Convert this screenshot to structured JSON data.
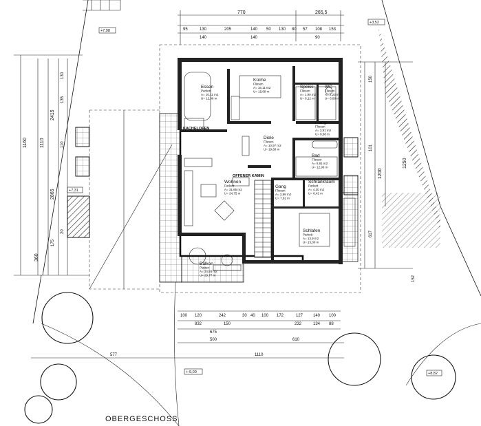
{
  "title": "OBERGESCHOSS",
  "levels": {
    "top_left": "+7,98",
    "top_right": "+3,52",
    "left": "+7,31",
    "bottom": "+-9,00",
    "bottom_right": "+8,82"
  },
  "rooms": [
    {
      "name": "Essen",
      "floor": "Parkett",
      "area": "A= 10,11 m2",
      "perimeter": "U= 12,96 m"
    },
    {
      "name": "Küche",
      "floor": "Fliesen",
      "area": "A= 16,11 m2",
      "perimeter": "U= 15,68 m"
    },
    {
      "name": "Speiss",
      "floor": "Fliesen",
      "area": "A= 1,90 m2",
      "perimeter": "U= 6,12 m"
    },
    {
      "name": "WC",
      "floor": "Fliesen",
      "area": "A= 2,23 m2",
      "perimeter": "U= 6,08 m"
    },
    {
      "name": "Gang",
      "floor": "Fliesen",
      "area": "A= 3,91 m2",
      "perimeter": "U= 8,88 m"
    },
    {
      "name": "Diele",
      "floor": "Fliesen",
      "area": "A= 10,97 m2",
      "perimeter": "U= 19,68 m"
    },
    {
      "name": "Bad",
      "floor": "Fliesen",
      "area": "A= 9,91 m2",
      "perimeter": "U= 12,96 m"
    },
    {
      "name": "Wohnen",
      "floor": "Parkett",
      "area": "A= 31,85 m2",
      "perimeter": "U= 24,75 m"
    },
    {
      "name": "Gang",
      "floor": "Fliesen",
      "area": "A= 2,89 m2",
      "perimeter": "U= 7,62 m"
    },
    {
      "name": "Schrankraum",
      "floor": "Parkett",
      "area": "A= 4,30 m2",
      "perimeter": "U= 8,42 m"
    },
    {
      "name": "Schlafen",
      "floor": "Parkett",
      "area": "A= 13,9 m2",
      "perimeter": "U= 15,00 m"
    },
    {
      "name": "Balkon",
      "floor": "Platten",
      "area": "A= 34,84 m2",
      "perimeter": "U= 29,77 m"
    }
  ],
  "fixtures": {
    "kachelofen": "KACHELOFEN",
    "offener_kamin": "OFFENER KAMIN"
  },
  "dims": {
    "top_row1": [
      "770",
      "265,5"
    ],
    "top_row2": [
      "95",
      "130",
      "205",
      "140",
      "50",
      "130",
      "80",
      "57",
      "108",
      "153"
    ],
    "top_row3": [
      "140",
      "140",
      "90"
    ],
    "bottom_row1": [
      "100",
      "120",
      "242",
      "30",
      "40",
      "100",
      "172",
      "127",
      "140",
      "100"
    ],
    "bottom_row2": [
      "832",
      "150",
      "232",
      "134",
      "88"
    ],
    "bottom_row3": [
      "675",
      "500",
      "610",
      "577",
      "1110"
    ],
    "left_v": [
      "1160",
      "1110",
      "2415",
      "2865",
      "360",
      "175",
      "20",
      "135",
      "130",
      "110"
    ],
    "right_v": [
      "1200",
      "1250",
      "150",
      "101",
      "152",
      "617"
    ]
  }
}
